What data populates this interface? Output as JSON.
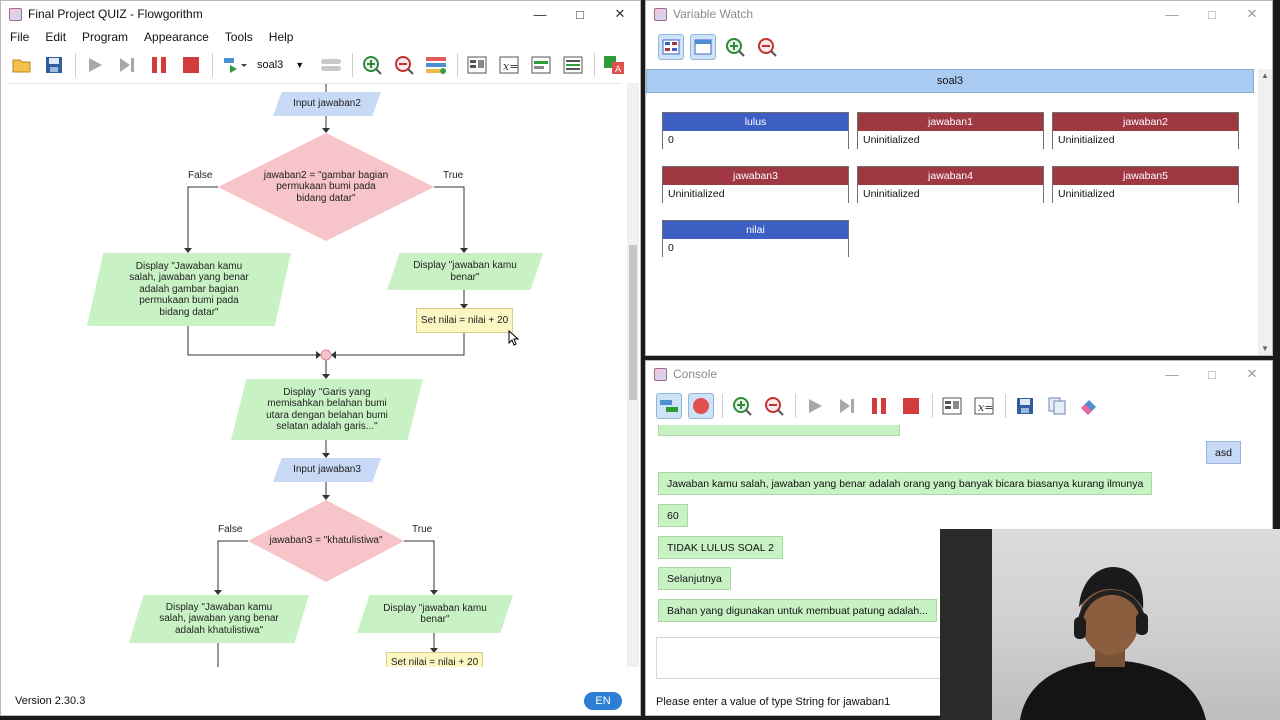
{
  "main_window": {
    "title": "Final Project QUIZ - Flowgorithm",
    "menu": [
      "File",
      "Edit",
      "Program",
      "Appearance",
      "Tools",
      "Help"
    ],
    "function_select": "soal3",
    "version": "Version 2.30.3",
    "lang_badge": "EN"
  },
  "flowchart": {
    "input2": "Input jawaban2",
    "decision2": "jawaban2 = \"gambar bagian permukaan bumi pada bidang datar\"",
    "false_label": "False",
    "true_label": "True",
    "display_wrong2": "Display \"Jawaban kamu salah, jawaban yang benar adalah gambar bagian permukaan bumi pada bidang datar\"",
    "display_right2": "Display \"jawaban kamu benar\"",
    "set_nilai2": "Set nilai = nilai + 20",
    "display_q3": "Display \"Garis yang memisahkan belahan bumi utara dengan belahan bumi selatan adalah garis...\"",
    "input3": "Input jawaban3",
    "decision3": "jawaban3 = \"khatulistiwa\"",
    "display_wrong3": "Display \"Jawaban kamu salah, jawaban yang benar adalah khatulistiwa\"",
    "display_right3": "Display \"jawaban kamu benar\"",
    "set_nilai3": "Set nilai = nilai + 20"
  },
  "watch_window": {
    "title": "Variable Watch",
    "scope": "soal3",
    "variables": [
      {
        "name": "lulus",
        "value": "0",
        "color": "#3d5fc4"
      },
      {
        "name": "jawaban1",
        "value": "Uninitialized",
        "color": "#a03844"
      },
      {
        "name": "jawaban2",
        "value": "Uninitialized",
        "color": "#a03844"
      },
      {
        "name": "jawaban3",
        "value": "Uninitialized",
        "color": "#a03844"
      },
      {
        "name": "jawaban4",
        "value": "Uninitialized",
        "color": "#a03844"
      },
      {
        "name": "jawaban5",
        "value": "Uninitialized",
        "color": "#a03844"
      },
      {
        "name": "nilai",
        "value": "0",
        "color": "#3d5fc4"
      }
    ]
  },
  "console_window": {
    "title": "Console",
    "user_input": "asd",
    "messages": [
      "Jawaban kamu salah, jawaban yang benar adalah orang yang banyak bicara biasanya kurang ilmunya",
      "60",
      "TIDAK LULUS SOAL 2",
      "Selanjutnya",
      "Bahan yang digunakan untuk membuat patung adalah..."
    ],
    "status": "Please enter a value of type String for jawaban1"
  }
}
